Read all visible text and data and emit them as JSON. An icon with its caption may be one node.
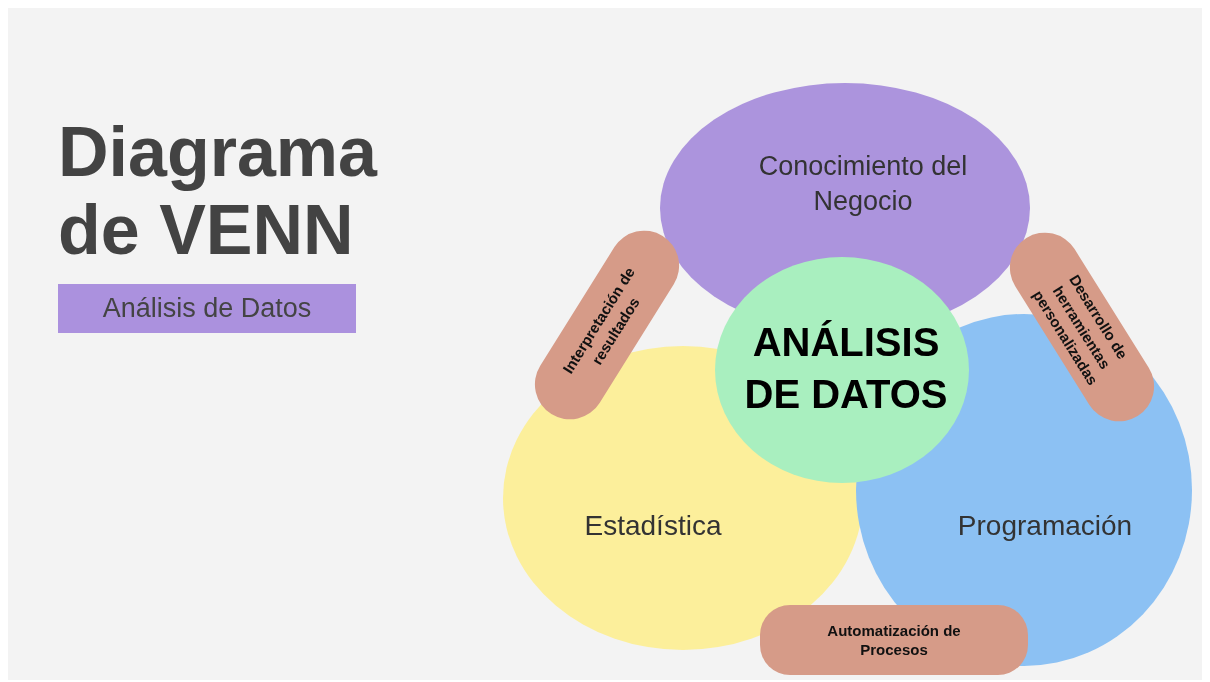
{
  "diagram": {
    "title": "Diagrama de VENN",
    "nodes": [
      {
        "text": [
          "Análisis de Datos"
        ]
      },
      {
        "text": [
          "Conocimiento del Negocio"
        ]
      },
      {
        "text": [
          "Estadística"
        ]
      },
      {
        "text": [
          "Programación"
        ]
      },
      {
        "text": [
          "ANÁLISIS DE DATOS"
        ]
      },
      {
        "text": [
          "Interpretación de resultados"
        ]
      },
      {
        "text": [
          "Desarrollo de herramientas personalizadas"
        ]
      },
      {
        "text": [
          "Automatización de Procesos"
        ]
      }
    ]
  }
}
